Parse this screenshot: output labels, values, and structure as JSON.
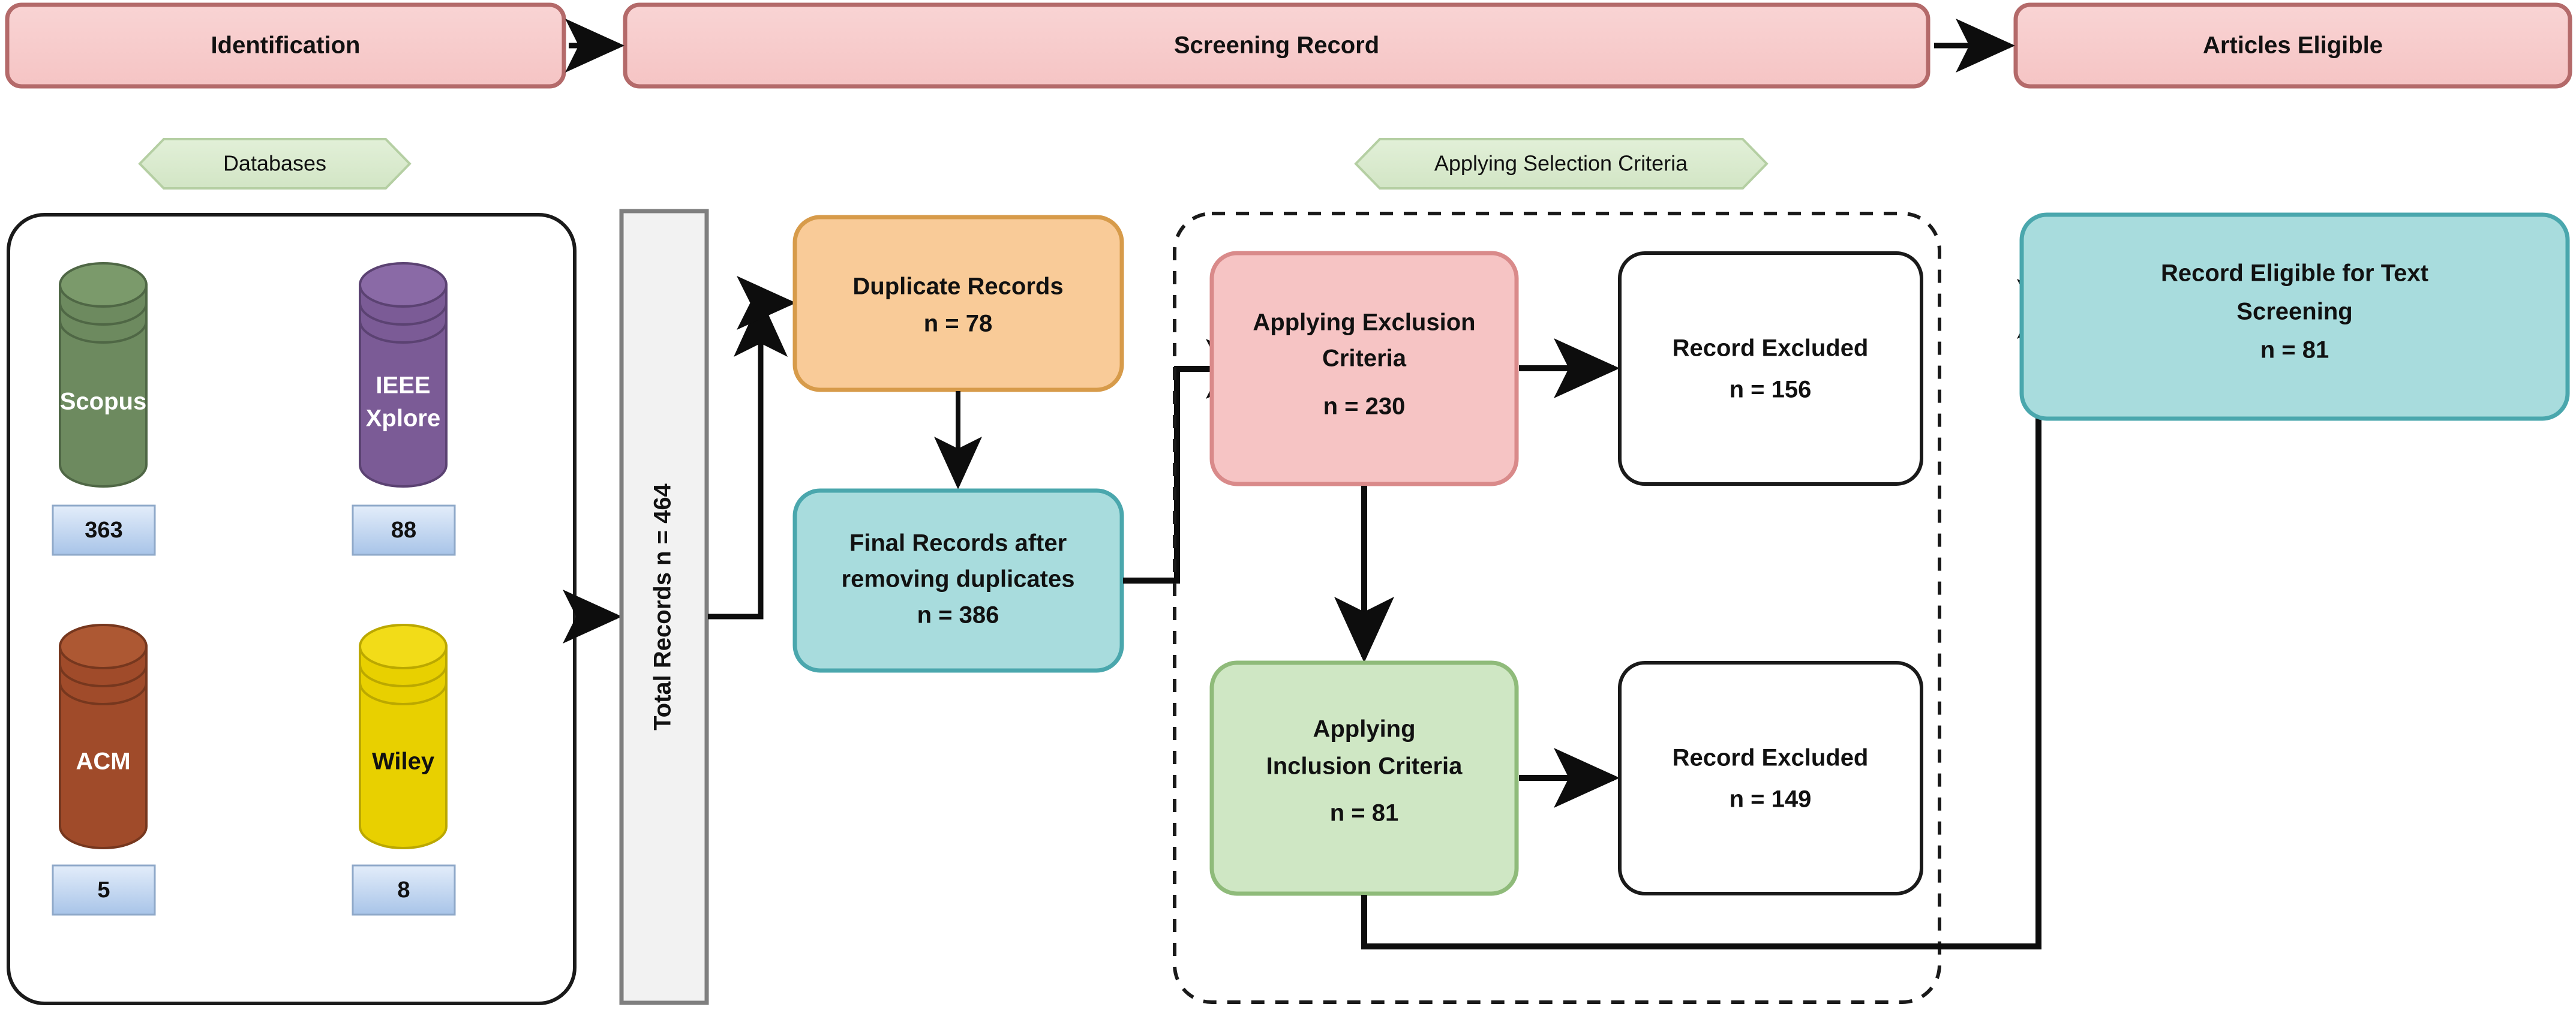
{
  "diagram": {
    "title": "PRISMA Study Selection Flow Diagram",
    "type": "flowchart"
  },
  "colors": {
    "banner_fill": "#f8cfcf",
    "banner_stroke": "#b46a6a",
    "hex_fill": "#dbead0",
    "hex_stroke": "#b5cfa3",
    "orange_fill": "#f9cb98",
    "orange_stroke": "#d79b4a",
    "teal_fill": "#a8dcdd",
    "teal_stroke": "#4aa7ad",
    "pink_fill": "#f6c4c4",
    "pink_stroke": "#d98a8a",
    "green_fill": "#cfe7c4",
    "green_stroke": "#8fbb7a",
    "blue_count_fill": "#cfe0f5",
    "blue_count_stroke": "#8fa9c9",
    "grey_bar_fill": "#f2f2f2",
    "grey_bar_stroke": "#7f7f7f",
    "white_fill": "#ffffff",
    "outline": "#1a1a1a",
    "scopus": "#6d8a5f",
    "ieee": "#7b5b96",
    "acm": "#a04b2a",
    "wiley": "#e8d000"
  },
  "banners": [
    {
      "id": "identification",
      "label": "Identification"
    },
    {
      "id": "screening-record",
      "label": "Screening Record"
    },
    {
      "id": "articles-eligible",
      "label": "Articles Eligible"
    }
  ],
  "hexagons": [
    {
      "id": "databases",
      "label": "Databases"
    },
    {
      "id": "applying-selection-criteria",
      "label": "Applying Selection Criteria"
    }
  ],
  "databases": [
    {
      "id": "scopus",
      "name": "Scopus",
      "count": "363",
      "label_color": "#ffffff"
    },
    {
      "id": "ieee-xplore",
      "name_line1": "IEEE",
      "name_line2": "Xplore",
      "count": "88",
      "label_color": "#ffffff"
    },
    {
      "id": "acm",
      "name": "ACM",
      "count": "5",
      "label_color": "#ffffff"
    },
    {
      "id": "wiley",
      "name": "Wiley",
      "count": "8",
      "label_color": "#111111"
    }
  ],
  "total_records": {
    "id": "total-records",
    "label": "Total Records n = 464"
  },
  "nodes": {
    "duplicate_records": {
      "line1": "Duplicate Records",
      "line2": "n = 78"
    },
    "final_records": {
      "line1": "Final Records after",
      "line2": "removing duplicates",
      "line3": "n = 386"
    },
    "exclusion_criteria": {
      "line1": "Applying Exclusion",
      "line2": "Criteria",
      "line3": "n = 230"
    },
    "record_excluded_1": {
      "line1": "Record Excluded",
      "line2": "n = 156"
    },
    "inclusion_criteria": {
      "line1": "Applying",
      "line2": "Inclusion Criteria",
      "line3": "n = 81"
    },
    "record_excluded_2": {
      "line1": "Record Excluded",
      "line2": "n = 149"
    },
    "record_eligible": {
      "line1": "Record Eligible for Text",
      "line2": "Screening",
      "line3": "n = 81"
    }
  },
  "chart_data": {
    "type": "table",
    "title": "PRISMA Study Selection Flow",
    "stages": [
      {
        "stage": "Identification",
        "source": "Scopus",
        "value": 363
      },
      {
        "stage": "Identification",
        "source": "IEEE Xplore",
        "value": 88
      },
      {
        "stage": "Identification",
        "source": "ACM",
        "value": 5
      },
      {
        "stage": "Identification",
        "source": "Wiley",
        "value": 8
      },
      {
        "stage": "Identification",
        "source": "Total Records",
        "value": 464
      },
      {
        "stage": "Screening Record",
        "source": "Duplicate Records",
        "value": 78
      },
      {
        "stage": "Screening Record",
        "source": "Final Records after removing duplicates",
        "value": 386
      },
      {
        "stage": "Screening Record",
        "source": "Applying Exclusion Criteria",
        "value": 230
      },
      {
        "stage": "Screening Record",
        "source": "Record Excluded (exclusion)",
        "value": 156
      },
      {
        "stage": "Screening Record",
        "source": "Applying Inclusion Criteria",
        "value": 81
      },
      {
        "stage": "Screening Record",
        "source": "Record Excluded (inclusion)",
        "value": 149
      },
      {
        "stage": "Articles Eligible",
        "source": "Record Eligible for Text Screening",
        "value": 81
      }
    ]
  }
}
